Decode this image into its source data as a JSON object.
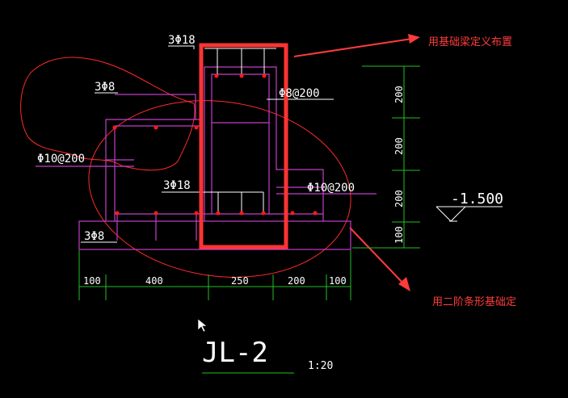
{
  "labels": {
    "top_bars": "3Φ18",
    "inner_bars": "3Φ18",
    "stirrup_beam": "Φ8@200",
    "step_bars": "3Φ8",
    "bottom_bars": "3Φ8",
    "stirrup_left": "Φ10@200",
    "stirrup_right": "Φ10@200"
  },
  "annotations": {
    "beam_note": "用基础梁定义布置",
    "strip_note": "用二阶条形基础定"
  },
  "elevation": "-1.500",
  "dimensions": {
    "horizontal": [
      "100",
      "400",
      "250",
      "200",
      "100"
    ],
    "vertical": [
      "200",
      "200",
      "200",
      "100"
    ]
  },
  "title": "JL-2",
  "scale": "1:20",
  "colors": {
    "background": "#000000",
    "rebar_outline": "#c040c8",
    "dimension": "#22c022",
    "annotation": "#ff3b3b"
  }
}
